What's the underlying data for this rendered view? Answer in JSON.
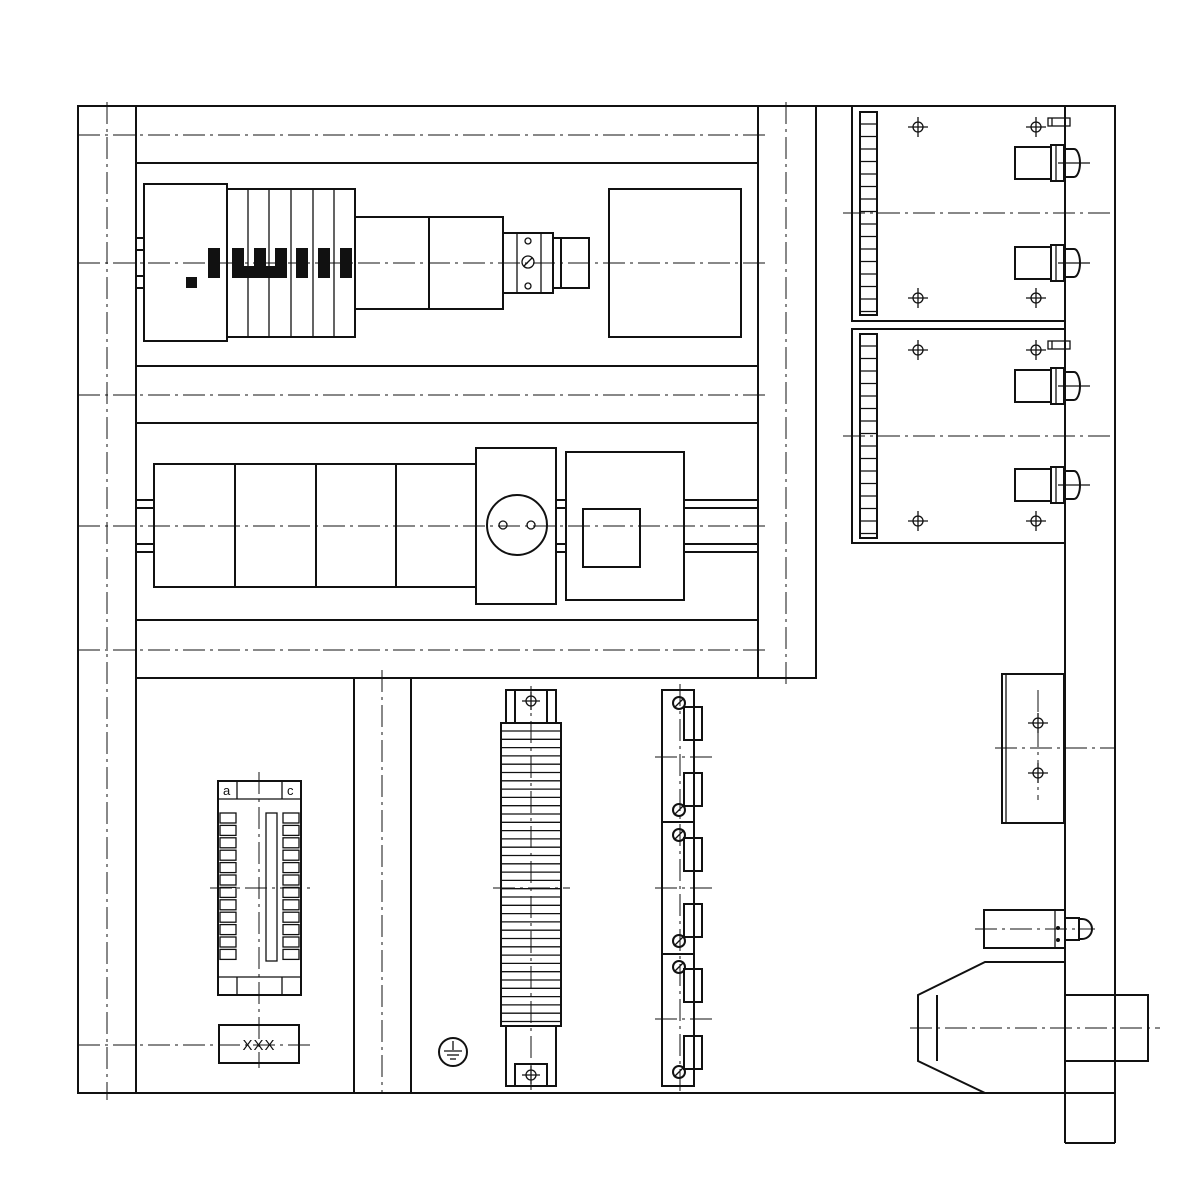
{
  "connector": {
    "column_a": "a",
    "column_c": "c"
  },
  "marker_label": "XXX"
}
